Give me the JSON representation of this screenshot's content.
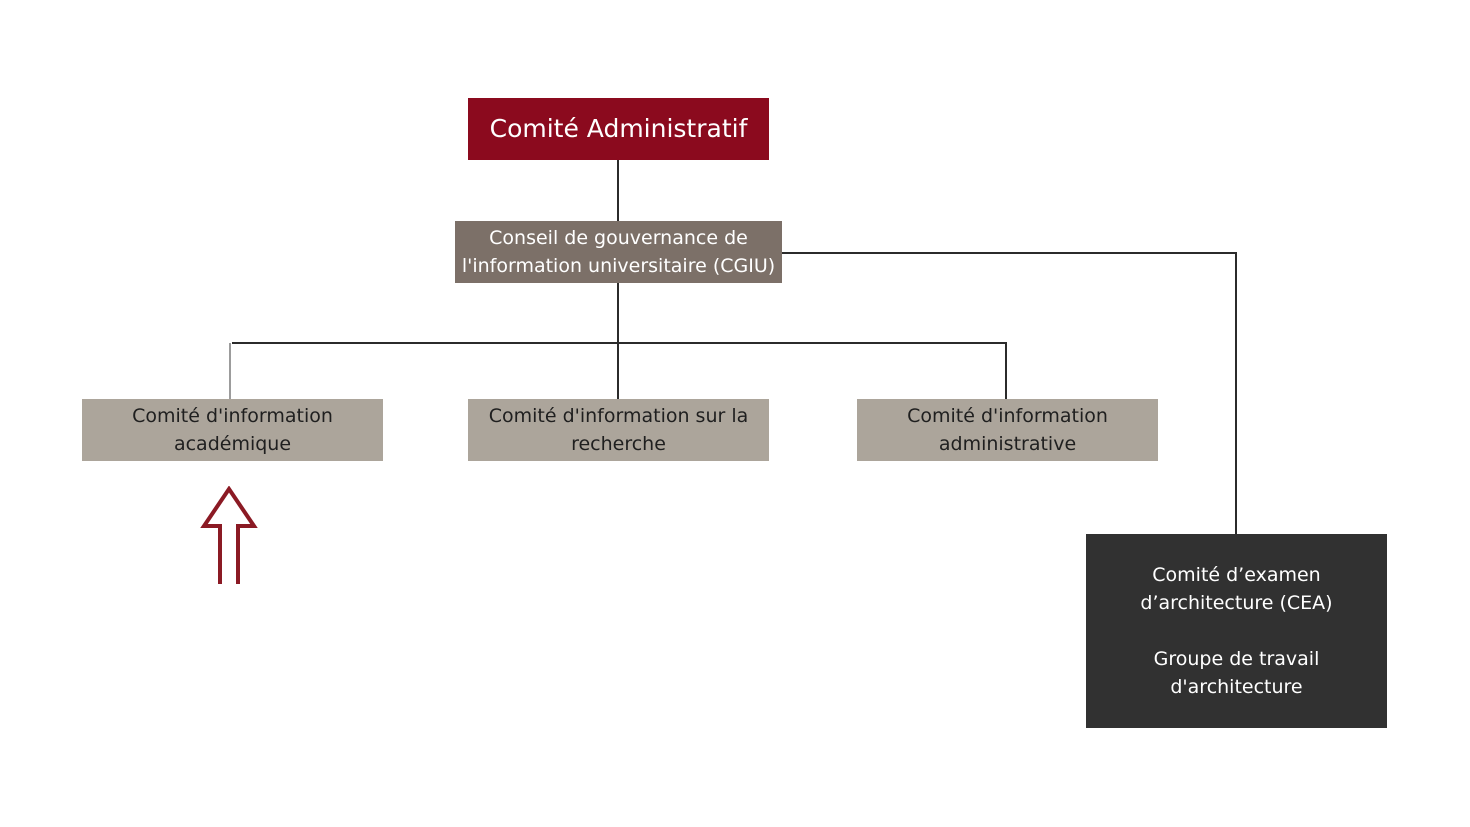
{
  "diagram": {
    "nodes": {
      "admin": "Comité Administratif",
      "cgiu": "Conseil de gouvernance de\nl'information universitaire (CGIU)",
      "academic": "Comité d'information\nacadémique",
      "research": "Comité d'information sur la\nrecherche",
      "administrative": "Comité d'information\nadministrative",
      "cea": "Comité d’examen\nd’architecture (CEA)",
      "architecture_group": "Groupe de travail\nd'architecture"
    },
    "edges": [
      [
        "admin",
        "cgiu"
      ],
      [
        "cgiu",
        "academic"
      ],
      [
        "cgiu",
        "research"
      ],
      [
        "cgiu",
        "administrative"
      ],
      [
        "cgiu",
        "cea"
      ]
    ],
    "colors": {
      "admin_fill": "#8b0a1e",
      "cgiu_fill": "#7c7068",
      "subcommittee_fill": "#aca59b",
      "cea_fill": "#313131",
      "connector": "#2b2b2b",
      "arrow_stroke": "#8b1a24"
    },
    "icons": {
      "highlight": "arrow-up-outline-icon"
    }
  }
}
